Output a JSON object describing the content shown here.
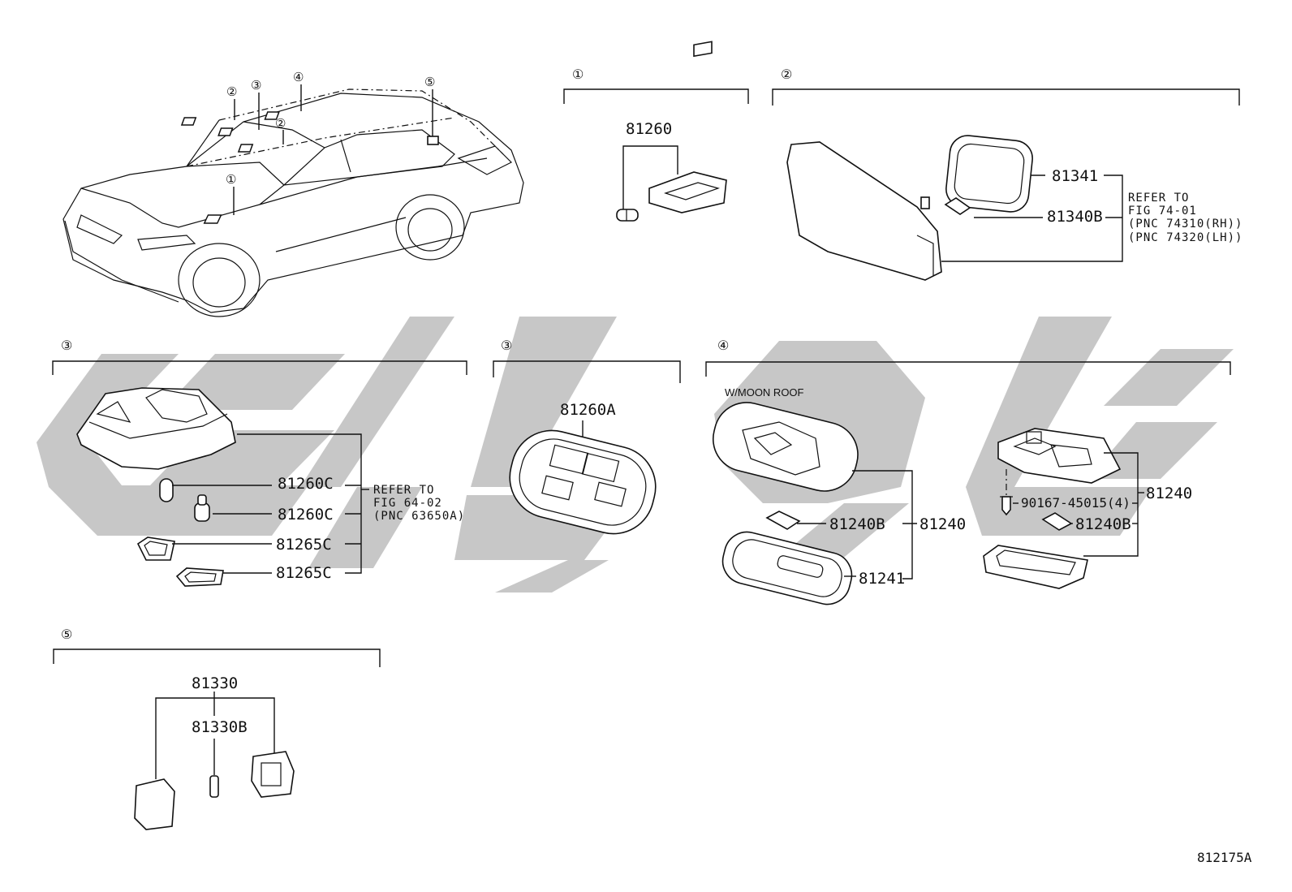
{
  "diagram_code": "812175A",
  "callout_numbers": [
    "①",
    "②",
    "③",
    "④",
    "⑤"
  ],
  "car_overview": {
    "callouts": [
      "②",
      "③",
      "④",
      "②",
      "⑤",
      "①"
    ]
  },
  "section1": {
    "marker": "①",
    "part_number": "81260"
  },
  "section2": {
    "marker": "②",
    "parts": [
      "81341",
      "81340B"
    ],
    "refer_lines": [
      "REFER TO",
      "FIG 74-01",
      "(PNC 74310(RH))",
      "(PNC 74320(LH))"
    ]
  },
  "section3a": {
    "marker": "③",
    "parts": [
      "81260C",
      "81260C",
      "81265C",
      "81265C"
    ],
    "refer_lines": [
      "REFER TO",
      "FIG 64-02",
      "(PNC 63650A)"
    ]
  },
  "section3b": {
    "marker": "③",
    "part_number": "81260A"
  },
  "section4": {
    "marker": "④",
    "variant_label": "W/MOON ROOF",
    "left_parts": [
      "81240B",
      "81240",
      "81241"
    ],
    "right_parts": [
      "90167-45015(4)",
      "81240",
      "81240B"
    ]
  },
  "section5": {
    "marker": "⑤",
    "parts": [
      "81330",
      "81330B"
    ]
  }
}
